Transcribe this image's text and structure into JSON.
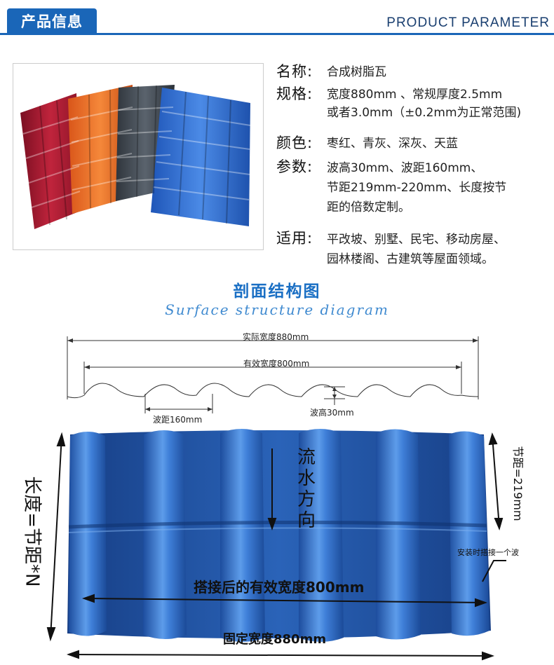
{
  "header": {
    "title_cn": "产品信息",
    "title_en": "PRODUCT PARAMETER"
  },
  "colors": {
    "brand_blue": "#1a66b8",
    "title_blue": "#1a6fc4",
    "tile_blue": "#2a63b8"
  },
  "spec": [
    {
      "key": "名称:",
      "lines": [
        "合成树脂瓦"
      ]
    },
    {
      "key": "规格:",
      "lines": [
        "宽度880mm 、常规厚度2.5mm",
        "或者3.0mm（±0.2mm为正常范围)"
      ]
    },
    {
      "key": "颜色:",
      "lines": [
        "枣红、青灰、深灰、天蓝"
      ]
    },
    {
      "key": "参数:",
      "lines": [
        "波高30mm、波距160mm、",
        "节距219mm-220mm、长度按节",
        "距的倍数定制。"
      ]
    },
    {
      "key": "适用:",
      "lines": [
        "平改坡、别墅、民宅、移动房屋、",
        "园林楼阁、古建筑等屋面领域。"
      ]
    }
  ],
  "section": {
    "title": "剖面结构图",
    "subtitle": "Surface structure diagram"
  },
  "diagram": {
    "actual_width": "实际宽度880mm",
    "effective_width": "有效宽度800mm",
    "wave_pitch": "波距160mm",
    "wave_height": "波高30mm"
  },
  "tile": {
    "flow_direction": [
      "流",
      "水",
      "方",
      "向"
    ],
    "length_label": "长度=节距*N",
    "pitch_label": "节距=219mm",
    "overlap_note": "安装时搭接一个波",
    "effective_after_overlap": "搭接后的有效宽度800mm",
    "fixed_width": "固定宽度880mm"
  }
}
